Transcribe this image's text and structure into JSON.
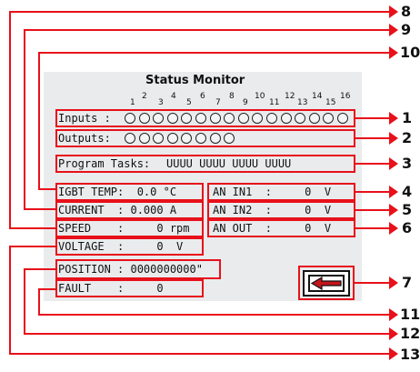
{
  "screen": {
    "title": "Status Monitor",
    "input_numbers": [
      "1",
      "2",
      "3",
      "4",
      "5",
      "6",
      "7",
      "8",
      "9",
      "10",
      "11",
      "12",
      "13",
      "14",
      "15",
      "16"
    ],
    "inputs_label": "Inputs :",
    "outputs_label": "Outputs:",
    "input_led_count": 16,
    "output_led_count": 8,
    "program_tasks_label": "Program Tasks:",
    "program_tasks_value": "UUUU UUUU UUUU UUUU",
    "igbt_temp": "IGBT TEMP:  0.0 °C",
    "current": "CURRENT  : 0.000 A",
    "speed": "SPEED    :     0 rpm",
    "voltage": "VOLTAGE  :     0  V",
    "position": "POSITION : 0000000000\"",
    "fault": "FAULT    :     0",
    "an_in1": "AN IN1  :     0  V",
    "an_in2": "AN IN2  :     0  V",
    "an_out": "AN OUT  :     0  V"
  },
  "callouts": {
    "c1": "1",
    "c2": "2",
    "c3": "3",
    "c4": "4",
    "c5": "5",
    "c6": "6",
    "c7": "7",
    "c8": "8",
    "c9": "9",
    "c10": "10",
    "c11": "11",
    "c12": "12",
    "c13": "13"
  },
  "colors": {
    "accent": "#e8101a",
    "screen_bg": "#e9ebed"
  },
  "icons": {
    "back": "arrow-left-icon"
  }
}
